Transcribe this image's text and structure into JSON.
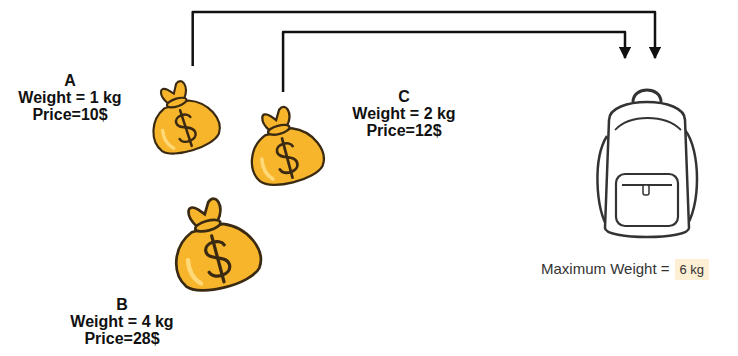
{
  "diagram": {
    "nodes": [
      {
        "text": [
          "A",
          "Weight = 1 kg",
          "Price=10$"
        ]
      },
      {
        "text": [
          "C",
          "Weight = 2 kg",
          "Price=12$"
        ]
      },
      {
        "text": [
          "B",
          "Weight = 4 kg",
          "Price=28$"
        ]
      },
      {
        "text": [
          "Maximum Weight ="
        ]
      },
      {
        "text": [
          "6 kg"
        ]
      }
    ],
    "edges": [
      {
        "from": 0,
        "to": 3,
        "arrow": "to"
      },
      {
        "from": 1,
        "to": 3,
        "arrow": "to"
      }
    ]
  }
}
